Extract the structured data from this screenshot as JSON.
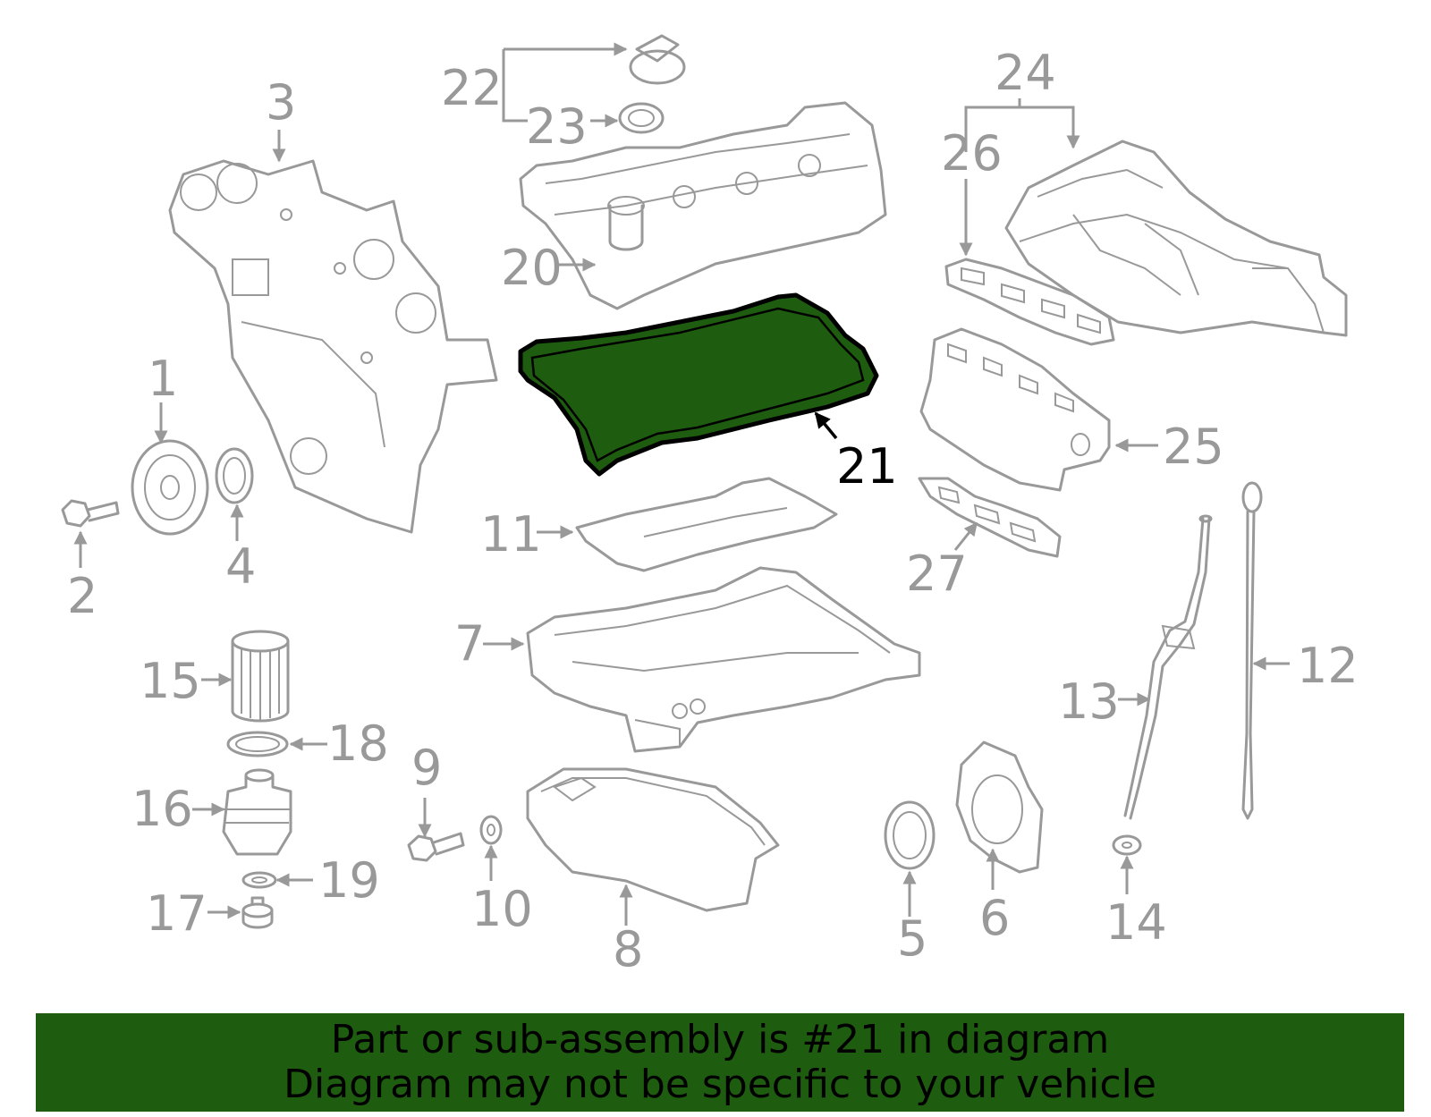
{
  "colors": {
    "part_line": "#999999",
    "highlight_fill": "#1e5c0f",
    "highlight_stroke": "#000000",
    "banner_background": "#1e5c0f",
    "banner_text": "#000000"
  },
  "highlighted_part": "21",
  "callouts": {
    "c1": "1",
    "c2": "2",
    "c3": "3",
    "c4": "4",
    "c5": "5",
    "c6": "6",
    "c7": "7",
    "c8": "8",
    "c9": "9",
    "c10": "10",
    "c11": "11",
    "c12": "12",
    "c13": "13",
    "c14": "14",
    "c15": "15",
    "c16": "16",
    "c17": "17",
    "c18": "18",
    "c19": "19",
    "c20": "20",
    "c21": "21",
    "c22": "22",
    "c23": "23",
    "c24": "24",
    "c25": "25",
    "c26": "26",
    "c27": "27"
  },
  "banner": {
    "line1": "Part or sub-assembly is #21 in diagram",
    "line2": "Diagram may not be specific to your vehicle"
  }
}
